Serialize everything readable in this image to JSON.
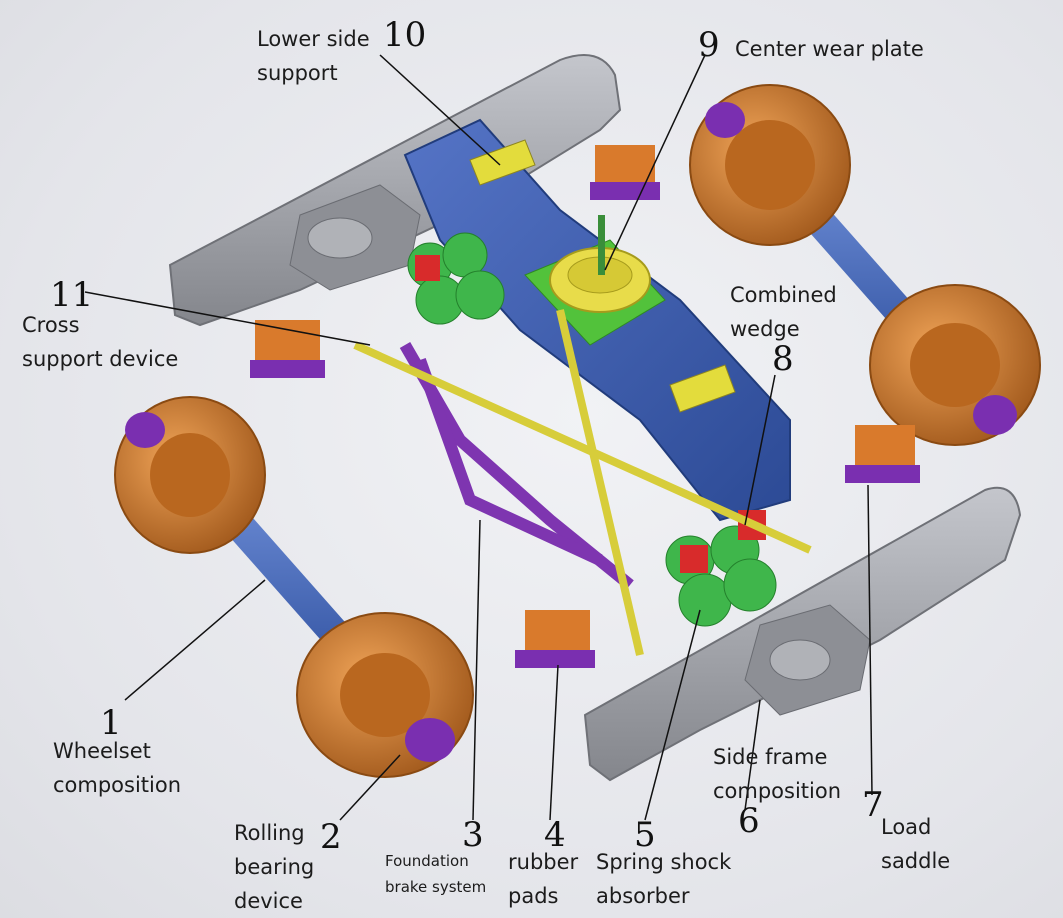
{
  "labels": {
    "lower_side_support": [
      "Lower side",
      "support"
    ],
    "center_wear_plate": "Center wear plate",
    "cross_support_device": [
      "Cross",
      "support device"
    ],
    "combined_wedge": [
      "Combined",
      "wedge"
    ],
    "wheelset_composition": [
      "Wheelset",
      "composition"
    ],
    "rolling_bearing_device": [
      "Rolling",
      "bearing",
      "device"
    ],
    "foundation_brake_system": [
      "Foundation",
      "brake system"
    ],
    "rubber_pads": [
      "rubber",
      "pads"
    ],
    "spring_shock_absorber": [
      "Spring shock",
      "absorber"
    ],
    "side_frame_composition": [
      "Side frame",
      "composition"
    ],
    "load_saddle": [
      "Load",
      "saddle"
    ]
  },
  "numbers": [
    "1",
    "2",
    "3",
    "4",
    "5",
    "6",
    "7",
    "8",
    "9",
    "10",
    "11"
  ],
  "colors": {
    "side_frame": "#9a9ca2",
    "bolster": "#3b5cae",
    "wheel": "#c7742a",
    "axle": "#3f63b5",
    "bearing": "#7a2fb0",
    "spring": "#3fb64b",
    "wedge": "#d82b2b",
    "pad": "#d97a2c",
    "brake": "#7e35b0",
    "cross_support": "#d7cd3a",
    "wear_plate": "#e8dc4a",
    "side_support": "#e3dc3c"
  }
}
